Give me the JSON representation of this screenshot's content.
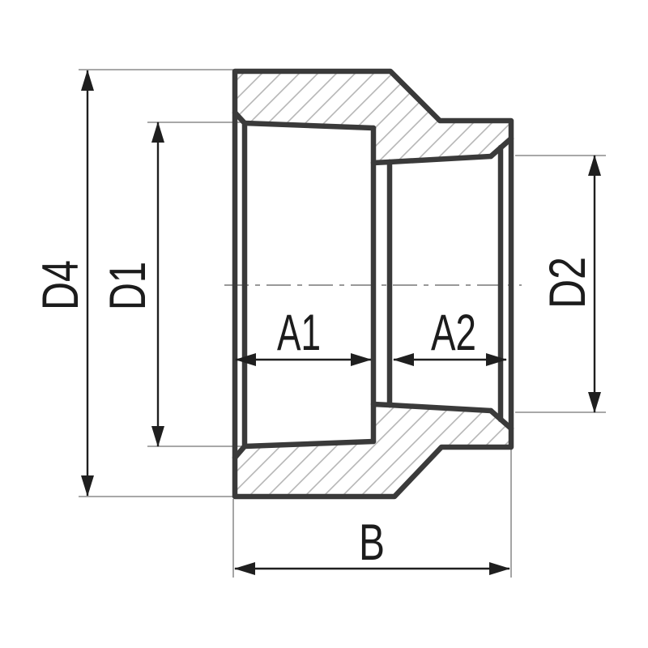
{
  "drawing": {
    "kind": "technical-section-view",
    "labels": {
      "d4": "D4",
      "d1": "D1",
      "d2": "D2",
      "a1": "A1",
      "a2": "A2",
      "b": "B"
    },
    "colors": {
      "background": "#ffffff",
      "outline": "#3a3a3a",
      "dimension_line": "#1f1f1f",
      "arrow_fill": "#1f1f1f",
      "extension_line": "#9b9b9b",
      "centerline": "#999999",
      "hatch": "#b6b6b6",
      "label_text": "#1c1c1c"
    }
  }
}
